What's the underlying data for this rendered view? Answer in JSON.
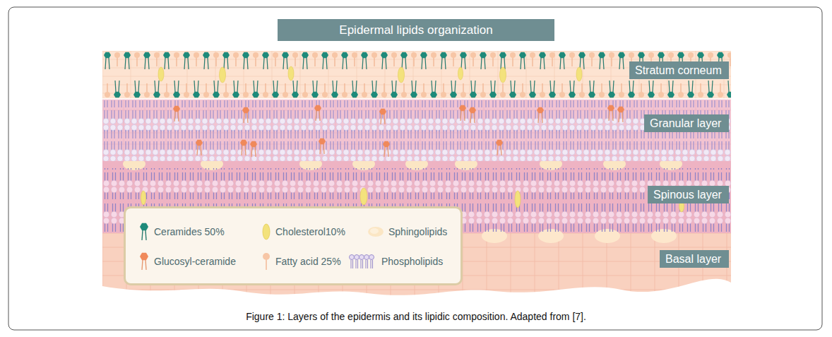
{
  "diagram": {
    "title": "Epidermal lipids organization",
    "caption": "Figure 1: Layers of the epidermis and its lipidic composition. Adapted from [7].",
    "nodes": [
      {
        "text": [
          "Stratum corneum"
        ]
      },
      {
        "text": [
          "Granular layer"
        ]
      },
      {
        "text": [
          "Spinous layer"
        ]
      },
      {
        "text": [
          "Basal layer"
        ]
      }
    ],
    "legend": [
      {
        "text": "Ceramides 50%"
      },
      {
        "text": "Cholesterol10%"
      },
      {
        "text": "Sphingolipids"
      },
      {
        "text": "Glucosyl-ceramide"
      },
      {
        "text": "Fatty acid 25%"
      },
      {
        "text": "Phospholipids"
      }
    ]
  }
}
